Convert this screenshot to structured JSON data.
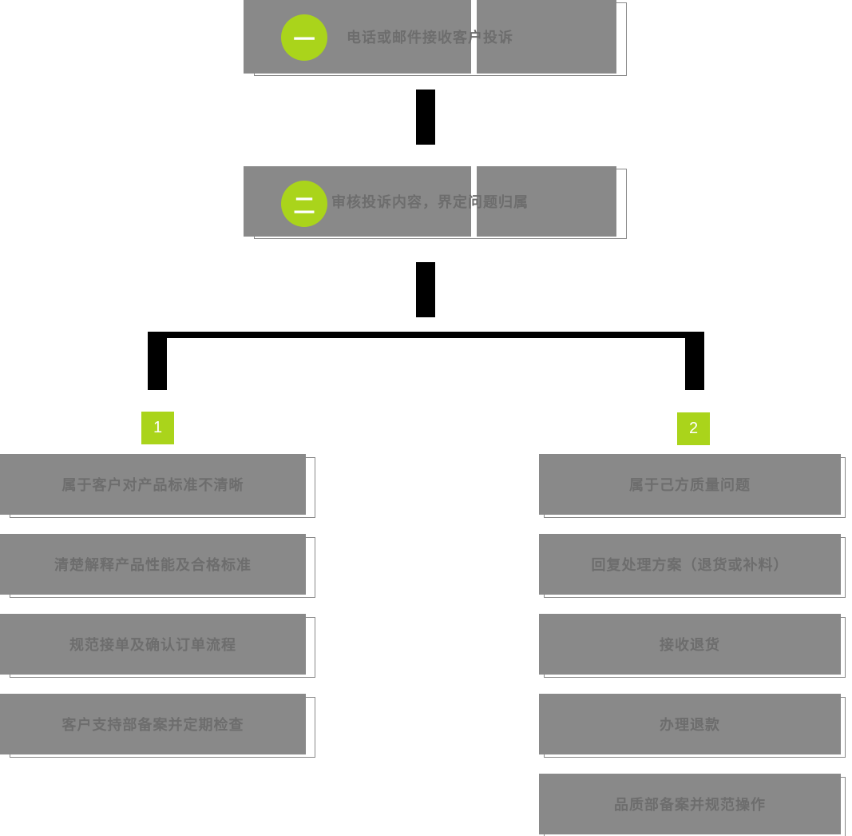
{
  "flow": {
    "top_steps": [
      {
        "badge": "一",
        "label": "电话或邮件接收客户投诉"
      },
      {
        "badge": "二",
        "label": "审核投诉内容，界定问题归属"
      }
    ],
    "branches": [
      {
        "badge": "1",
        "steps": [
          "属于客户对产品标准不清晰",
          "清楚解释产品性能及合格标准",
          "规范接单及确认订单流程",
          "客户支持部备案并定期检查"
        ]
      },
      {
        "badge": "2",
        "steps": [
          "属于己方质量问题",
          "回复处理方案（退货或补料）",
          "接收退货",
          "办理退款",
          "品质部备案并规范操作"
        ]
      }
    ]
  },
  "colors": {
    "band_gray": "#898989",
    "accent_green": "#aad41b",
    "connector_black": "#000000",
    "band_text": "#6d6d6d"
  }
}
